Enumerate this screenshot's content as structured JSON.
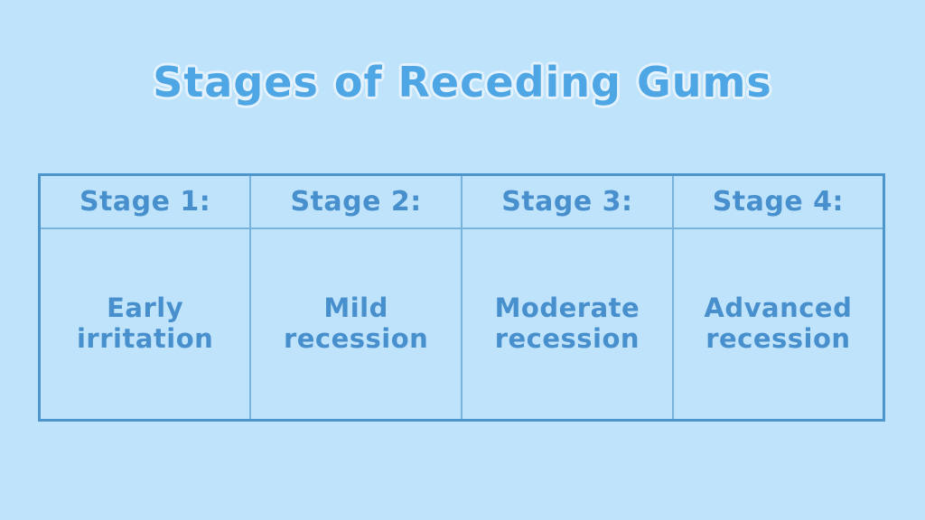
{
  "title": "Stages of Receding Gums",
  "colors": {
    "background": "#BFE3FA",
    "title_text": "#4FA6E4",
    "title_halo": "#E3F2FD",
    "table_text": "#4890CD",
    "table_outer_border": "#4C96CD",
    "table_inner_border": "#77B3DD"
  },
  "table": {
    "columns": [
      {
        "header": "Stage 1:",
        "label": "Early irritation"
      },
      {
        "header": "Stage 2:",
        "label": "Mild recession"
      },
      {
        "header": "Stage 3:",
        "label": "Moderate recession"
      },
      {
        "header": "Stage 4:",
        "label": "Advanced recession"
      }
    ]
  }
}
